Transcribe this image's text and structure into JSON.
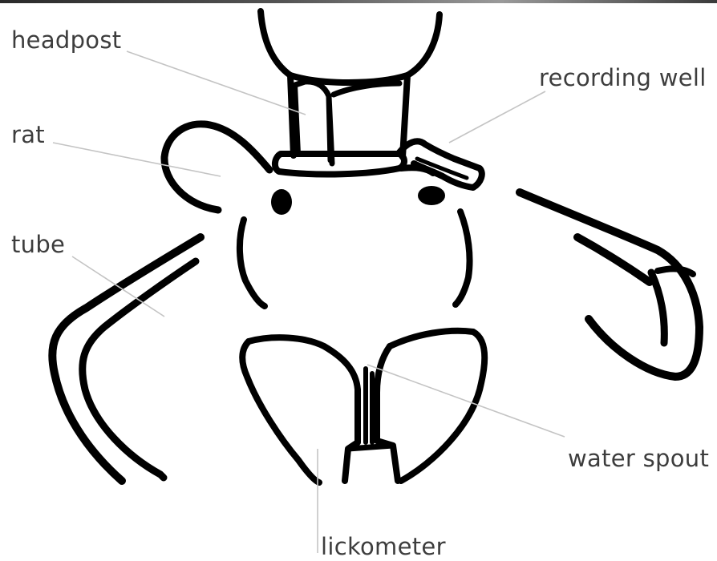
{
  "labels": {
    "headpost": "headpost",
    "recording_well": "recording well",
    "rat": "rat",
    "tube": "tube",
    "water_spout": "water spout",
    "lickometer": "lickometer"
  },
  "colors": {
    "ink": "#000000",
    "label_text": "#3d3d3d",
    "leader_line": "#c4c4c4",
    "background": "#ffffff"
  }
}
